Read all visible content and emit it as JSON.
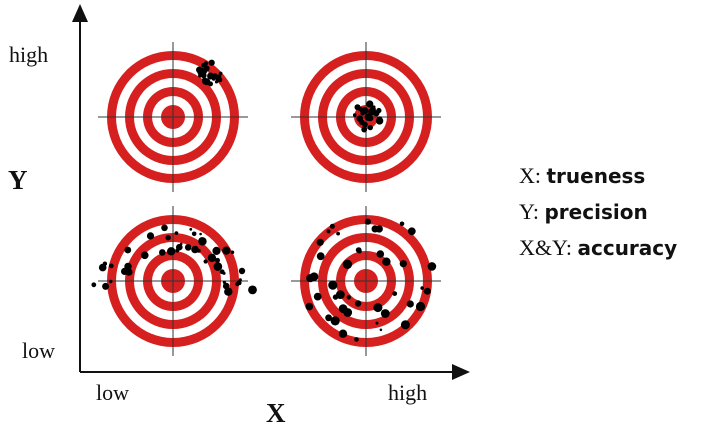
{
  "axes": {
    "y_label": "Y",
    "x_label": "X",
    "y_high": "high",
    "y_low": "low",
    "x_low": "low",
    "x_high": "high"
  },
  "legend": [
    {
      "key": "X:",
      "term": "trueness"
    },
    {
      "key": "Y:",
      "term": "precision"
    },
    {
      "key": "X&Y:",
      "term": "accuracy"
    }
  ],
  "colors": {
    "ring": "#d61f1f",
    "background": "#ffffff",
    "dots": "#000000",
    "axes": "#111111"
  },
  "targets": [
    {
      "id": "low-trueness-high-precision",
      "x_level": "low",
      "y_level": "high"
    },
    {
      "id": "high-trueness-high-precision",
      "x_level": "high",
      "y_level": "high"
    },
    {
      "id": "low-trueness-low-precision",
      "x_level": "low",
      "y_level": "low"
    },
    {
      "id": "high-trueness-low-precision",
      "x_level": "high",
      "y_level": "low"
    }
  ]
}
